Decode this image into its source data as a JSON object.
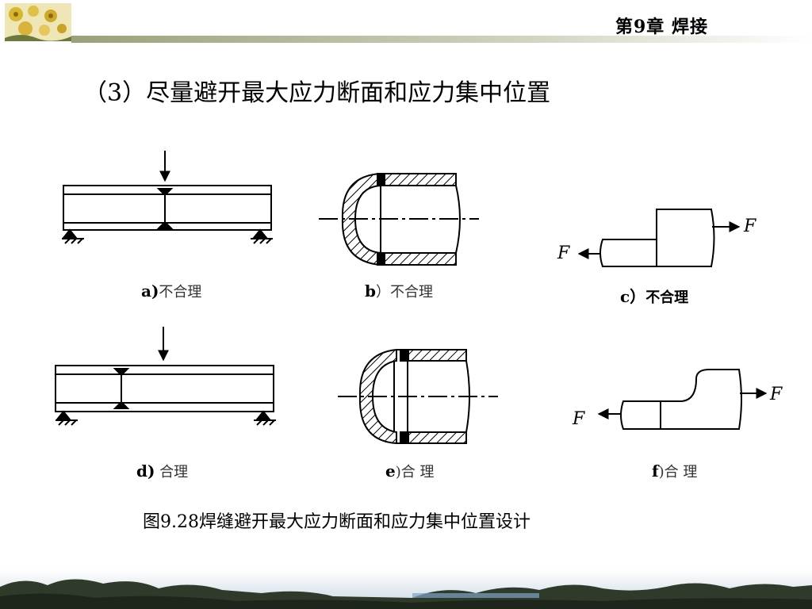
{
  "header": {
    "chapter_title": "第9章 焊接",
    "logo_icon": "flower-logo-icon",
    "colors": {
      "rule_start": "#9aa07a",
      "rule_end": "#ffffff",
      "logo_yellow": "#d8b630",
      "logo_green": "#6b7a3a"
    }
  },
  "heading": "（3）尽量避开最大应力断面和应力集中位置",
  "panels": [
    {
      "letter": "a)",
      "text": "不合理"
    },
    {
      "letter": "b",
      "text": "）不合理"
    },
    {
      "letter": "c）",
      "text": "不合理"
    },
    {
      "letter": "d)",
      "text": "合理"
    },
    {
      "letter": "e",
      "text": ")合 理"
    },
    {
      "letter": "f",
      "text": ")合 理"
    }
  ],
  "force_labels": {
    "c_left": "F",
    "c_right": "F",
    "f_left": "F",
    "f_right": "F"
  },
  "figure_caption": "图9.28焊缝避开最大应力断面和应力集中位置设计",
  "footer": {
    "image": "landscape-trees-footer-icon"
  }
}
